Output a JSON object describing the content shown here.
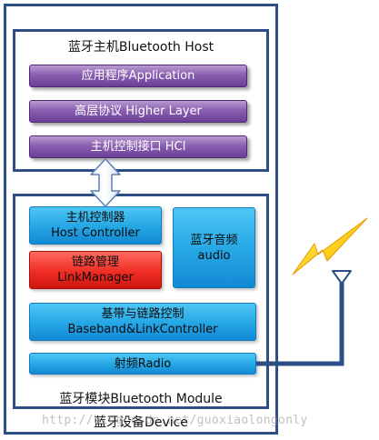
{
  "device": {
    "title": "蓝牙设备Device"
  },
  "host": {
    "title": "蓝牙主机Bluetooth  Host",
    "layers": [
      {
        "label": "应用程序Application"
      },
      {
        "label": "高层协议  Higher Layer"
      },
      {
        "label": "主机控制接口  HCI"
      }
    ]
  },
  "module": {
    "title": "蓝牙模块Bluetooth  Module",
    "host_controller": {
      "line1": "主机控制器",
      "line2": "Host  Controller"
    },
    "link_manager": {
      "line1": "链路管理",
      "line2": "LinkManager"
    },
    "audio": {
      "line1": "蓝牙音频",
      "line2": "audio"
    },
    "baseband": {
      "line1": "基带与链路控制",
      "line2": "Baseband&LinkController"
    },
    "radio": {
      "label": "射频Radio"
    }
  },
  "watermark": "http://blog.csdn.net/guoxiaolongonly",
  "colors": {
    "frame": "#2d4f86",
    "purple": "#7a4ea6",
    "blue": "#27a9e6",
    "red": "#ef2d25",
    "lightning": "#f5b700",
    "connector": "#2d4f86"
  },
  "icons": [
    "double-arrow-icon",
    "lightning-icon",
    "antenna-icon"
  ]
}
